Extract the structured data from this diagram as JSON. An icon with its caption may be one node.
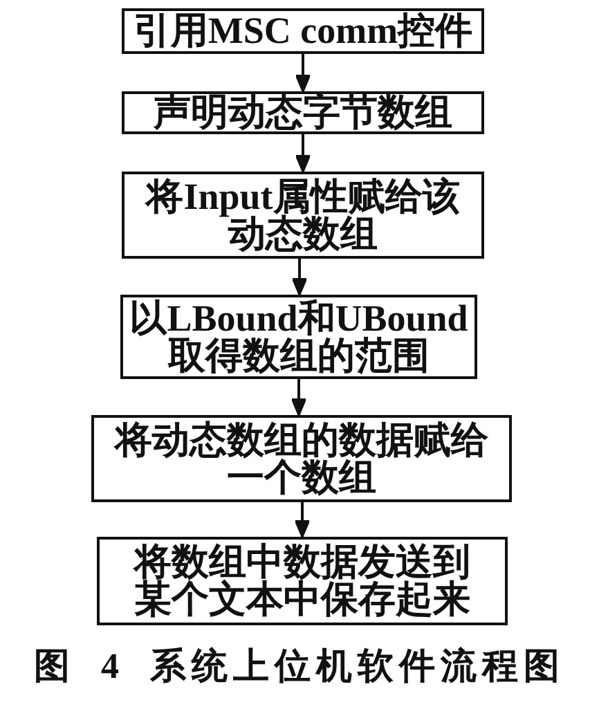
{
  "diagram": {
    "caption": "图 4 系统上位机软件流程图",
    "nodes": [
      {
        "text": [
          "引用MSC comm控件"
        ]
      },
      {
        "text": [
          "声明动态字节数组"
        ]
      },
      {
        "text": [
          "将Input属性赋给该动态数组"
        ]
      },
      {
        "text": [
          "以LBound和UBound取得数组的范围"
        ]
      },
      {
        "text": [
          "将动态数组的数据赋给一个数组"
        ]
      },
      {
        "text": [
          "将数组中数据发送到某个文本中保存起来"
        ]
      }
    ],
    "edges": [
      {
        "from": 0,
        "to": 1,
        "arrow": "to"
      },
      {
        "from": 1,
        "to": 2,
        "arrow": "to"
      },
      {
        "from": 2,
        "to": 3,
        "arrow": "to"
      },
      {
        "from": 3,
        "to": 4,
        "arrow": "to"
      },
      {
        "from": 4,
        "to": 5,
        "arrow": "to"
      }
    ]
  }
}
